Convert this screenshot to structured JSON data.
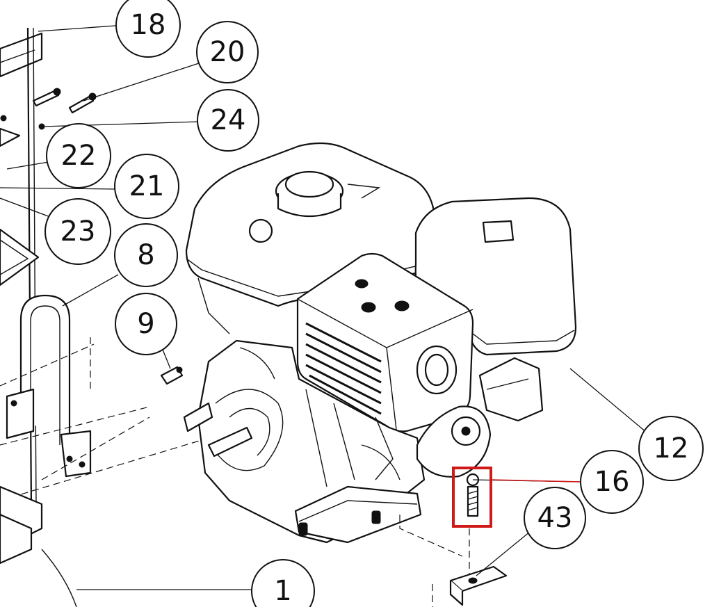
{
  "diagram": {
    "callouts": [
      {
        "label": "18"
      },
      {
        "label": "20"
      },
      {
        "label": "24"
      },
      {
        "label": "22"
      },
      {
        "label": "21"
      },
      {
        "label": "23"
      },
      {
        "label": "8"
      },
      {
        "label": "9"
      },
      {
        "label": "12"
      },
      {
        "label": "16"
      },
      {
        "label": "43"
      },
      {
        "label": "1"
      }
    ],
    "highlight": {
      "target_callout": "16",
      "color": "#d01a1a"
    }
  }
}
